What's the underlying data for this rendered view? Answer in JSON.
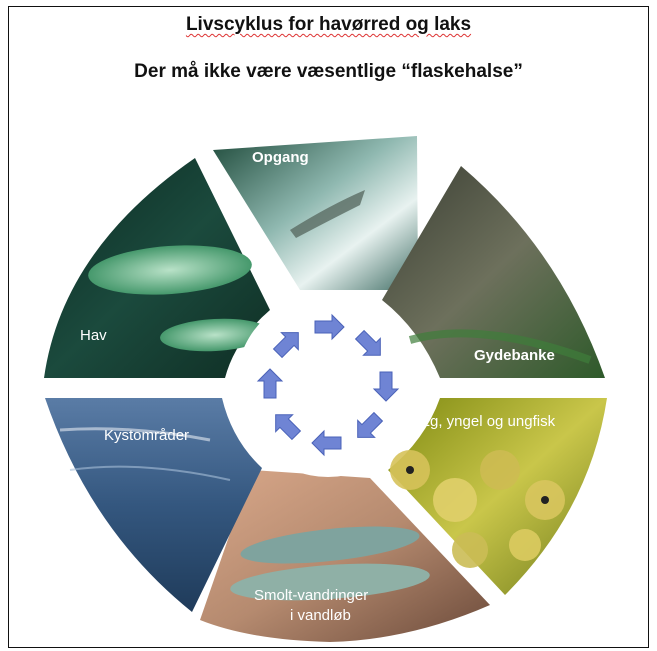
{
  "title": {
    "line1": "Livscyklus for havørred og laks",
    "line2": "Der må ikke være væsentlige “flaskehalse”"
  },
  "stages": [
    {
      "label": "Opgang"
    },
    {
      "label": "Gydebanke"
    },
    {
      "label": "Æg, yngel og ungfisk"
    },
    {
      "label": "Smolt-vandringer"
    },
    {
      "label": "i vandløb"
    },
    {
      "label": "Kystområder"
    },
    {
      "label": "Hav"
    }
  ],
  "colors": {
    "arrow": "#6f84d4",
    "arrow_outline": "#4a62b8",
    "background": "#ffffff",
    "spell_underline": "#dd3333"
  },
  "icons": [
    "circular-arrows-icon"
  ]
}
